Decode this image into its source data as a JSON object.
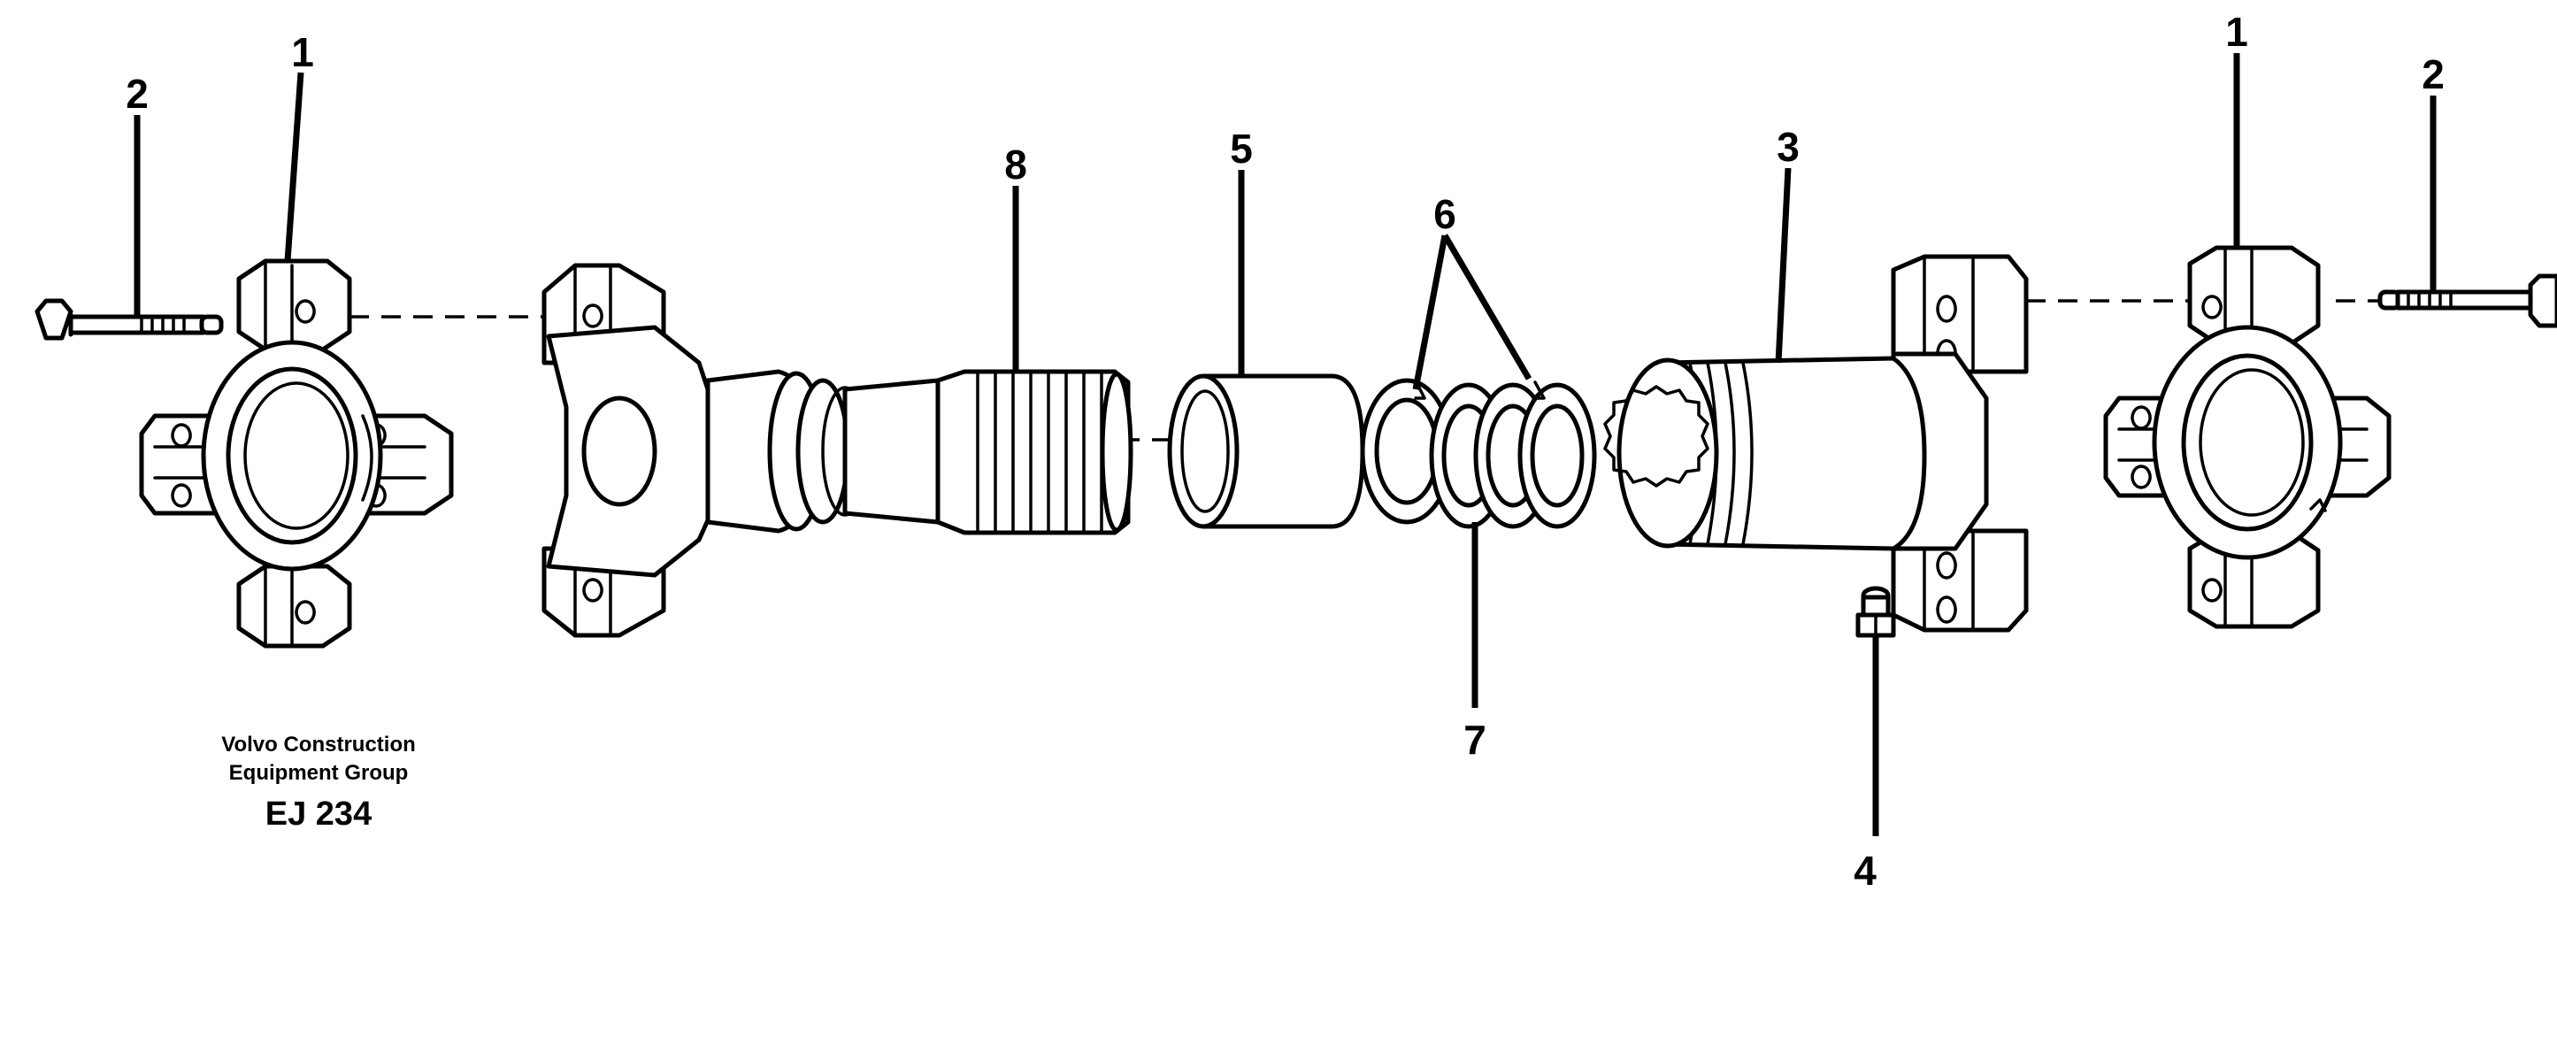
{
  "diagram": {
    "callouts": {
      "left_cross": "1",
      "left_bolt": "2",
      "yoke_shaft": "8",
      "sleeve": "5",
      "rings": "6",
      "spring": "7",
      "slip_yoke": "3",
      "grease_nipple": "4",
      "right_cross": "1",
      "right_bolt": "2"
    },
    "caption": {
      "line1": "Volvo Construction",
      "line2": "Equipment Group",
      "code": "EJ 234"
    }
  }
}
